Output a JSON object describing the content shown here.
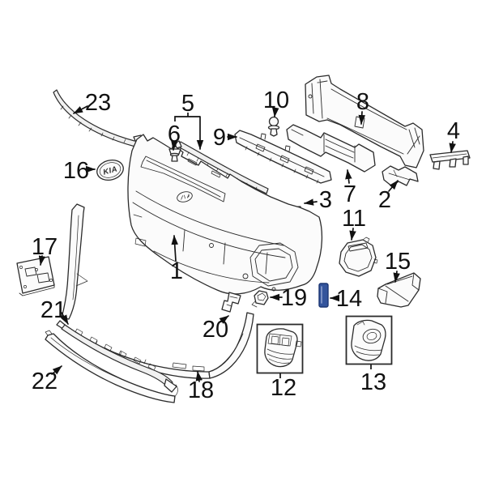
{
  "diagram": {
    "background": "#ffffff",
    "line_color": "#2b2b2b",
    "label_color": "#111111",
    "emblem_text": "KIA",
    "highlighted_part": "14",
    "highlight_fill": "#33549c",
    "highlight_stroke": "#1c3673",
    "callouts": {
      "1": "1",
      "2": "2",
      "3": "3",
      "4": "4",
      "5": "5",
      "6": "6",
      "7": "7",
      "8": "8",
      "9": "9",
      "10": "10",
      "11": "11",
      "12": "12",
      "13": "13",
      "14": "14",
      "15": "15",
      "16": "16",
      "17": "17",
      "18": "18",
      "19": "19",
      "20": "20",
      "21": "21",
      "22": "22",
      "23": "23"
    }
  }
}
